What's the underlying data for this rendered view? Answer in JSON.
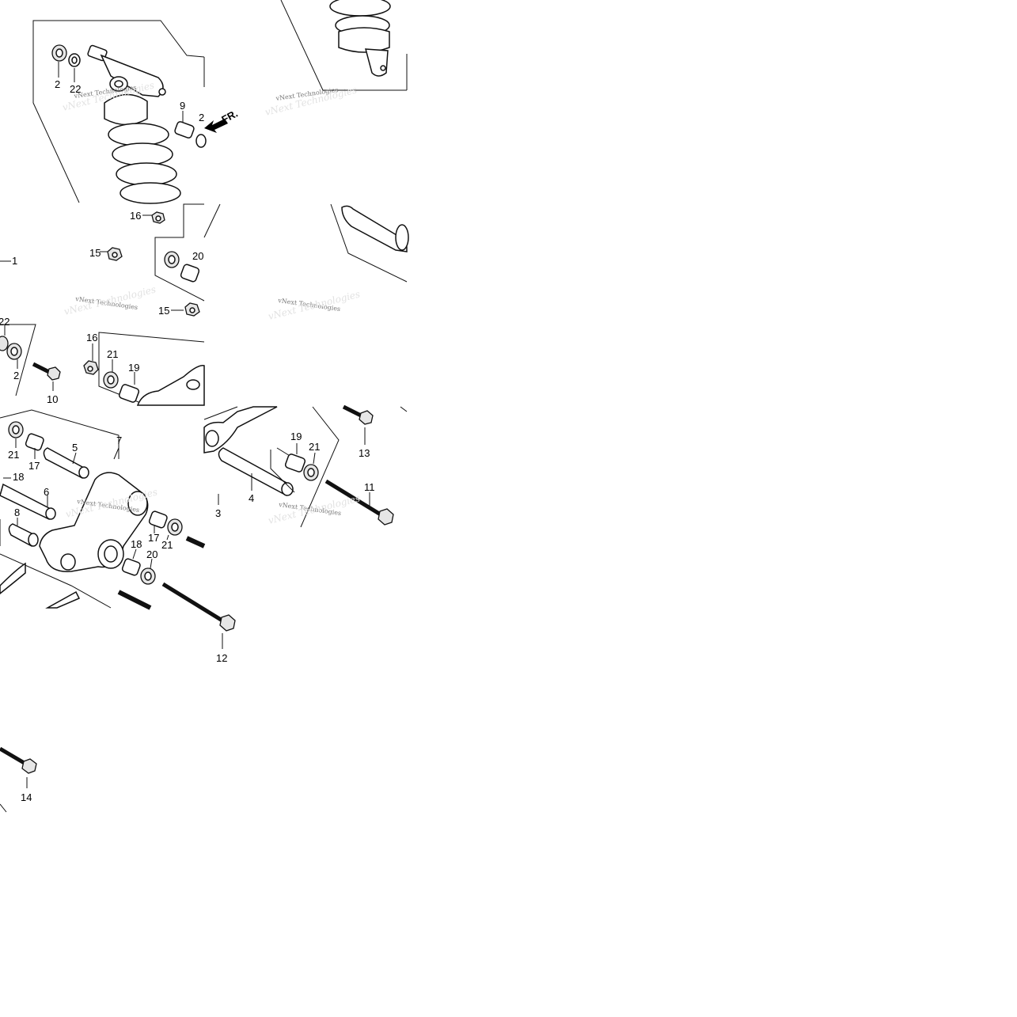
{
  "diagram": {
    "watermark": "vNext Technologies",
    "front_indicator": "FR.",
    "callouts": {
      "c2a": "2",
      "c22a": "22",
      "c9": "9",
      "c2b": "2",
      "c16a": "16",
      "c15a": "15",
      "c20a": "20",
      "c1": "1",
      "c15b": "15",
      "c22b": "22",
      "c2c": "2",
      "c10": "10",
      "c16b": "16",
      "c21a": "21",
      "c19a": "19",
      "c21b": "21",
      "c17a": "17",
      "c5": "5",
      "c7": "7",
      "c18a": "18",
      "c6": "6",
      "c8": "8",
      "c17b": "17",
      "c21c": "21",
      "c18b": "18",
      "c20b": "20",
      "c12": "12",
      "c19b": "19",
      "c21d": "21",
      "c13": "13",
      "c11": "11",
      "c4": "4",
      "c3": "3",
      "c14": "14"
    }
  }
}
